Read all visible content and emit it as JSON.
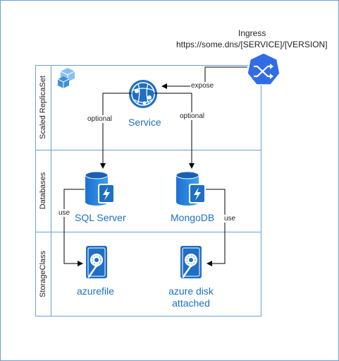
{
  "ingress": {
    "title": "Ingress",
    "url": "https://some.dns/[SERVICE]/[VERSION]"
  },
  "lanes": [
    {
      "label": "Scaled ReplicaSet"
    },
    {
      "label": "Databases"
    },
    {
      "label": "StorageClass"
    }
  ],
  "nodes": {
    "service": "Service",
    "sql": "SQL Server",
    "mongo": "MongoDB",
    "azurefile": "azurefile",
    "azuredisk": "azure disk\nattached"
  },
  "edges": {
    "expose": "expose",
    "optional_left": "optional",
    "optional_right": "optional",
    "use_left": "use",
    "use_right": "use"
  },
  "icons": {
    "replicaset": "replicaset-icon",
    "ingress": "ingress-icon",
    "service": "service-icon",
    "sql": "database-icon",
    "mongo": "database-icon",
    "disk": "disk-icon"
  },
  "colors": {
    "accent": "#1f6fc4",
    "lane_border": "#6ba0d6",
    "ingress_fill": "#326ce5",
    "edge": "#000000"
  }
}
